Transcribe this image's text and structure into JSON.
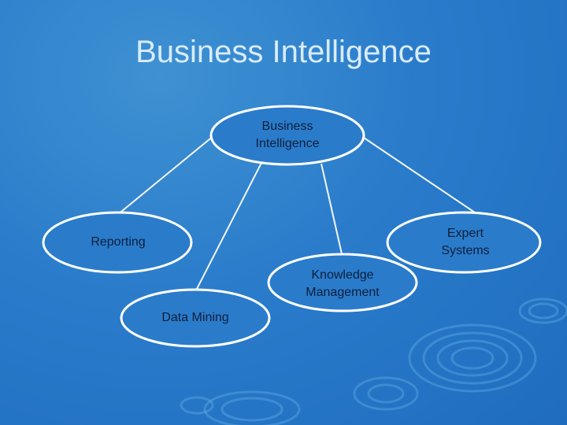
{
  "title": "Business Intelligence",
  "nodes": {
    "root": "Business\nIntelligence",
    "reporting": "Reporting",
    "expert_systems": "Expert\nSystems",
    "knowledge_management": "Knowledge\nManagement",
    "data_mining": "Data Mining"
  },
  "colors": {
    "background": "#2a7ccb",
    "title": "#d8ecfb",
    "node_fill": "#2a7ccb",
    "node_stroke": "#ffffff",
    "label": "#0f1e3a"
  }
}
